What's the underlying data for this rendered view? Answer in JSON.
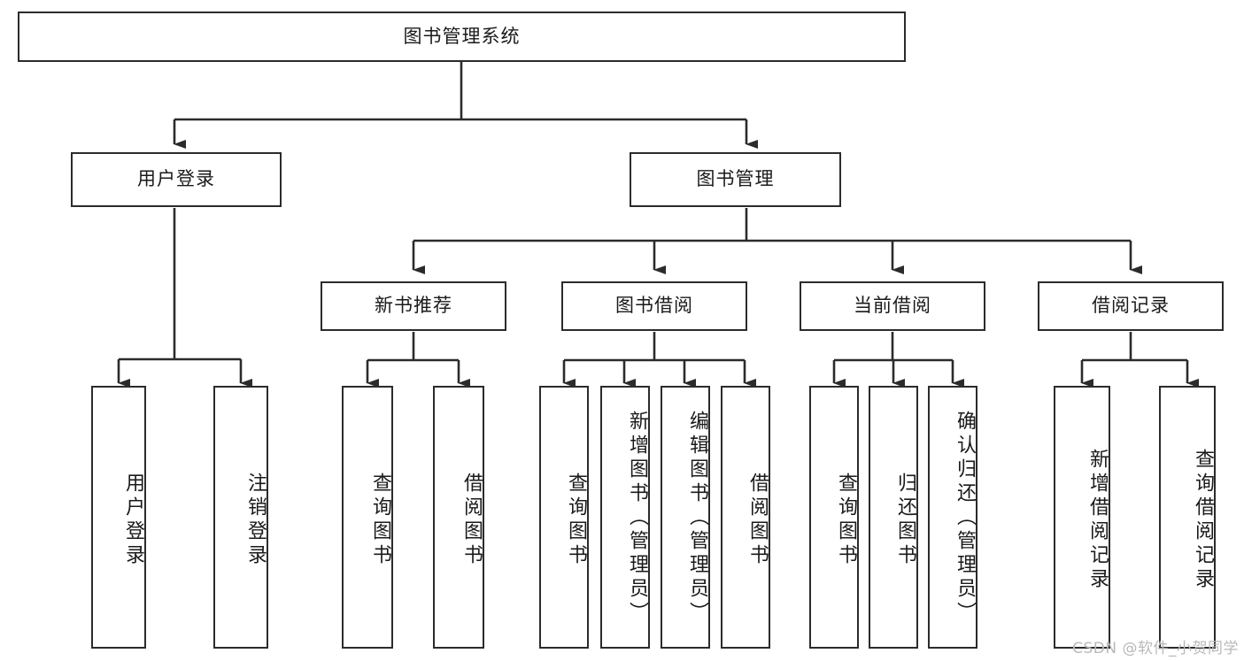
{
  "diagram": {
    "title": "图书管理系统",
    "type": "tree-hierarchy-chart",
    "background_color": "#ffffff",
    "line_color": "#2b2b2b",
    "text_color": "#1a1a1a"
  },
  "root": {
    "label": "图书管理系统"
  },
  "level2": [
    {
      "label": "用户登录"
    },
    {
      "label": "图书管理"
    }
  ],
  "level3": [
    {
      "label": "新书推荐"
    },
    {
      "label": "图书借阅"
    },
    {
      "label": "当前借阅"
    },
    {
      "label": "借阅记录"
    }
  ],
  "leaves": {
    "user_login": [
      {
        "label": "用户登录"
      },
      {
        "label": "注销登录"
      }
    ],
    "new_book_recommend": [
      {
        "label": "查询图书"
      },
      {
        "label": "借阅图书"
      }
    ],
    "book_borrow": [
      {
        "label": "查询图书"
      },
      {
        "label": "新增图书（管理员）"
      },
      {
        "label": "编辑图书（管理员）"
      },
      {
        "label": "借阅图书"
      }
    ],
    "current_borrow": [
      {
        "label": "查询图书"
      },
      {
        "label": "归还图书"
      },
      {
        "label": "确认归还（管理员）"
      }
    ],
    "borrow_record": [
      {
        "label": "新增借阅记录"
      },
      {
        "label": "查询借阅记录"
      }
    ]
  },
  "watermark": {
    "text": "CSDN @软件_小贺同学"
  }
}
